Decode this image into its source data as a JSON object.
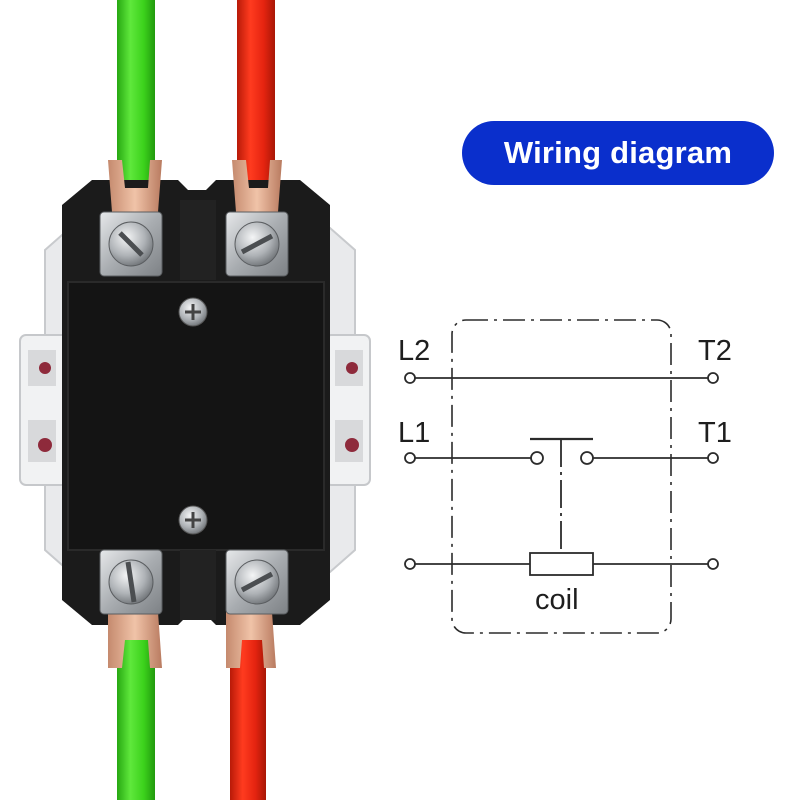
{
  "badge": {
    "label": "Wiring diagram",
    "color": "#0a2fcc"
  },
  "diagram": {
    "terminal_labels": {
      "l2": "L2",
      "t2": "T2",
      "l1": "L1",
      "t1": "T1"
    },
    "coil_label": "coil"
  },
  "colors": {
    "green_wire": "#3fd21e",
    "red_wire": "#e8240e",
    "contactor_body": "#1a1a1a",
    "terminal_metal": "#b9bcc0",
    "copper_tab": "#d9a58a"
  },
  "icons": [
    "screw-terminal-icon",
    "contactor-icon"
  ]
}
